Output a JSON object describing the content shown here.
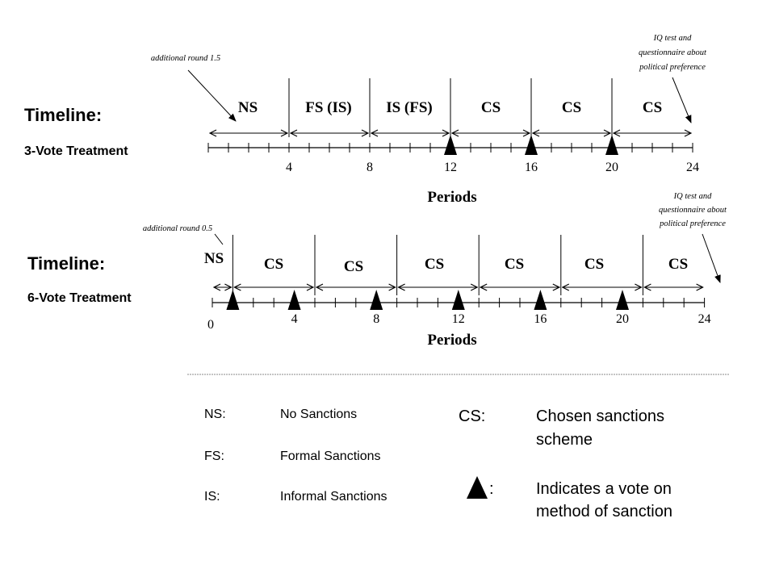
{
  "timeline_a": {
    "title": "Timeline:",
    "subtitle": "3-Vote Treatment",
    "segments": [
      "NS",
      "FS (IS)",
      "IS (FS)",
      "CS",
      "CS",
      "CS"
    ],
    "tick_labels": [
      "4",
      "8",
      "12",
      "16",
      "20",
      "24"
    ],
    "axis_label": "Periods",
    "note_left": "additional round 1.5",
    "note_right": [
      "IQ test and",
      "questionnaire about",
      "political preference"
    ],
    "vote_periods": [
      12,
      16,
      20
    ]
  },
  "timeline_b": {
    "title": "Timeline:",
    "subtitle": "6-Vote Treatment",
    "segments": [
      "NS",
      "CS",
      "CS",
      "CS",
      "CS",
      "CS",
      "CS"
    ],
    "zero_label": "0",
    "tick_labels": [
      "4",
      "8",
      "12",
      "16",
      "20",
      "24"
    ],
    "axis_label": "Periods",
    "note_left": "additional round 0.5",
    "note_right": [
      "IQ test and",
      "questionnaire about",
      "political preference"
    ],
    "vote_periods": [
      1,
      4,
      8,
      12,
      16,
      20
    ]
  },
  "legend": {
    "ns_abbr": "NS:",
    "ns_text": "No Sanctions",
    "fs_abbr": "FS:",
    "fs_text": "Formal Sanctions",
    "is_abbr": "IS:",
    "is_text": "Informal Sanctions",
    "cs_abbr": "CS:",
    "cs_text_1": "Chosen sanctions",
    "cs_text_2": "scheme",
    "vote_colon": ":",
    "vote_text_1": "Indicates a vote on",
    "vote_text_2": "method of sanction"
  }
}
